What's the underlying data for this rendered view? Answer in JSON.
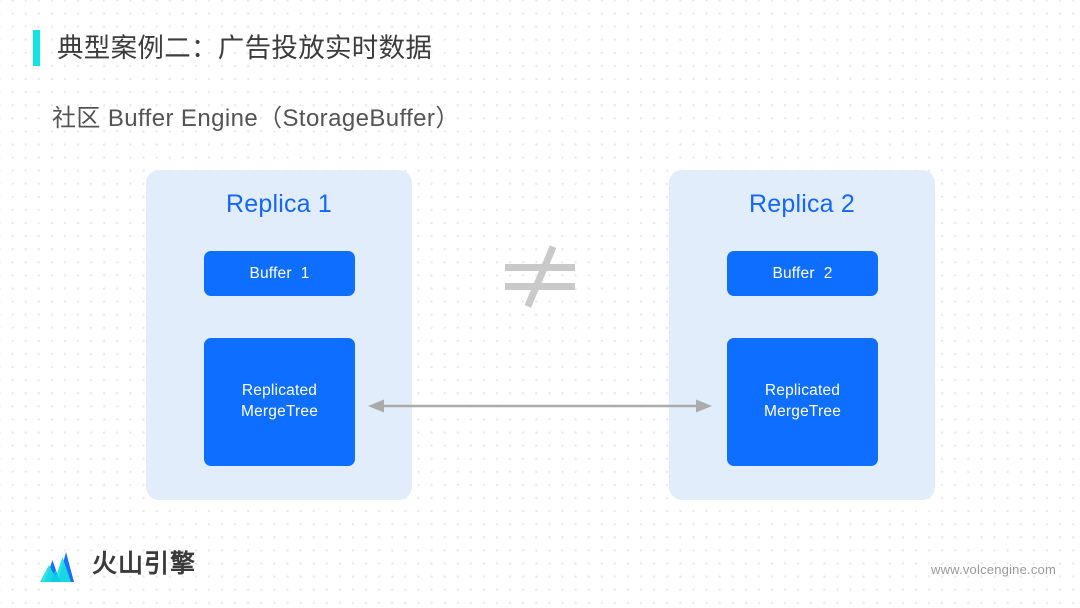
{
  "slide": {
    "accent_color": "#12E4E4",
    "background_color": "#ffffff",
    "dot_grid_color": "#eceaee"
  },
  "header": {
    "title": "典型案例二：广告投放实时数据",
    "subtitle": "社区 Buffer Engine（StorageBuffer）"
  },
  "diagram": {
    "relation_symbol": "≠",
    "panel_color": "#E2EDFC",
    "node_color": "#0E6EFF",
    "heading_color": "#1566FF",
    "arrow_color": "#ABABAB",
    "panels": [
      {
        "title": "Replica 1",
        "buffer_label": "Buffer  1",
        "merge_label_line1": "Replicated",
        "merge_label_line2": "MergeTree"
      },
      {
        "title": "Replica 2",
        "buffer_label": "Buffer  2",
        "merge_label_line1": "Replicated",
        "merge_label_line2": "MergeTree"
      }
    ]
  },
  "footer": {
    "brand": "火山引擎",
    "url": "www.volcengine.com",
    "logo_colors": {
      "cyan": "#19E0E0",
      "blue": "#1A6FFF"
    }
  }
}
